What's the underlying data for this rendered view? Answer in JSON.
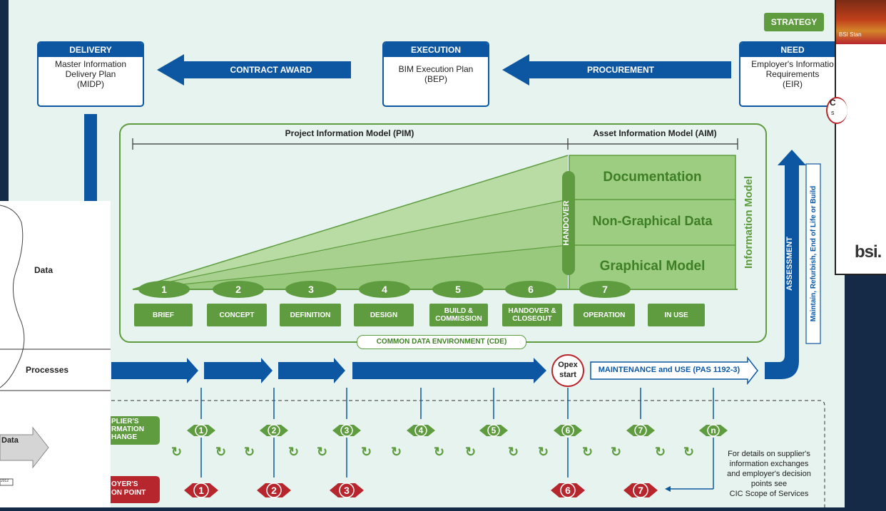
{
  "strategy_label": "STRATEGY",
  "boxes": {
    "delivery": {
      "header": "DELIVERY",
      "line1": "Master Information",
      "line2": "Delivery Plan",
      "line3": "(MIDP)"
    },
    "execution": {
      "header": "EXECUTION",
      "line1": "BIM Execution Plan",
      "line2": "(BEP)"
    },
    "need": {
      "header": "NEED",
      "line1": "Employer's Informatio",
      "line2": "Requirements",
      "line3": "(EIR)"
    }
  },
  "arrows": {
    "contract_award": "CONTRACT AWARD",
    "procurement": "PROCUREMENT"
  },
  "pim_label": "Project Information Model (PIM)",
  "aim_label": "Asset Information Model (AIM)",
  "handover_label": "HANDOVER",
  "information_model_label": "Information Model",
  "im_rows": [
    "Documentation",
    "Non-Graphical Data",
    "Graphical Model"
  ],
  "stages": [
    {
      "num": "1",
      "label": "BRIEF"
    },
    {
      "num": "2",
      "label": "CONCEPT"
    },
    {
      "num": "3",
      "label": "DEFINITION"
    },
    {
      "num": "4",
      "label": "DESIGN"
    },
    {
      "num": "5",
      "label": "BUILD & COMMISSION"
    },
    {
      "num": "6",
      "label": "HANDOVER & CLOSEOUT"
    },
    {
      "num": "7",
      "label": "OPERATION"
    },
    {
      "num": "",
      "label": "IN USE"
    }
  ],
  "cde_label": "COMMON DATA ENVIRONMENT (CDE)",
  "opex_line1": "Opex",
  "opex_line2": "start",
  "maintenance_label": "MAINTENANCE and USE (PAS 1192-3)",
  "assessment_label": "ASSESSMENT",
  "side_note": "Maintain, Refurbish, End of Life or Build",
  "exchange_points": [
    "1",
    "2",
    "3",
    "4",
    "5",
    "6",
    "7",
    "n"
  ],
  "decision_points": [
    "1",
    "2",
    "3",
    "6",
    "7"
  ],
  "supplier_label": [
    "PLIER'S",
    "RMATION",
    "HANGE"
  ],
  "employer_label": [
    "OYER'S",
    "ON POINT"
  ],
  "footnote": [
    "For details on supplier's",
    "information exchanges",
    "and employer's decision",
    "points see",
    "CIC Scope of Services"
  ],
  "left_overlay": {
    "data_top": "Data",
    "processes": "Processes",
    "data_bottom": "Data",
    "year": "2012"
  },
  "right_overlay": {
    "banner": "BSI Stan",
    "logo": "bsi."
  },
  "cut_text": {
    "c": "C",
    "s": "s"
  },
  "colors": {
    "blue": "#0d57a2",
    "green": "#5e9c3f",
    "red": "#b8262d",
    "bg": "#e6f3ee"
  }
}
